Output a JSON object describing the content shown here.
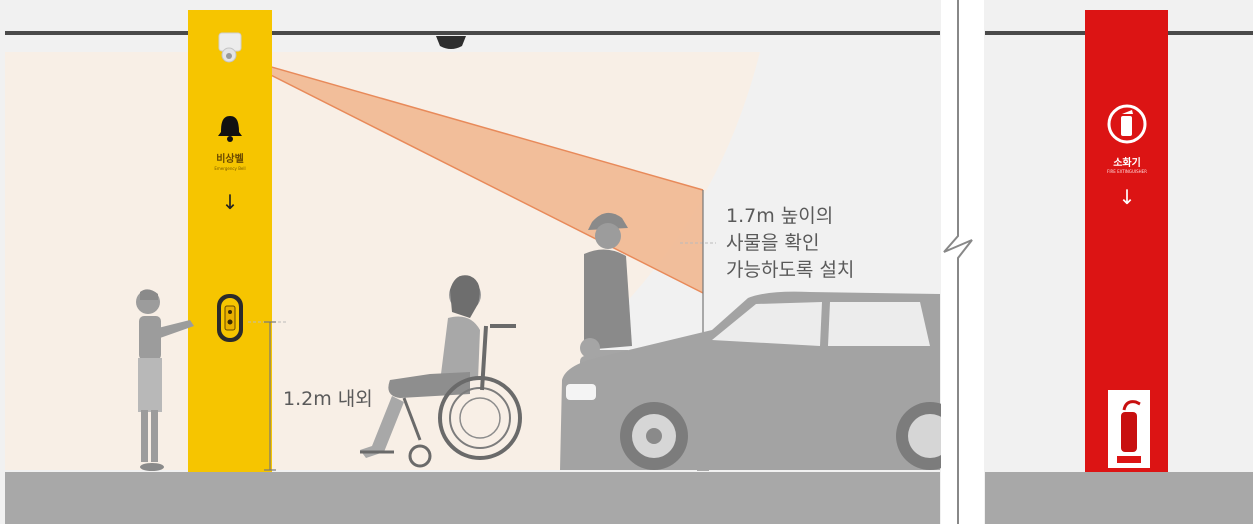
{
  "colors": {
    "pillar_emergency": "#f6c500",
    "pillar_extinguisher": "#dc1414",
    "ceiling_line": "#4a4a4a",
    "wall": "#f1f1f1",
    "floor": "#a8a8a8",
    "detection_area": "#f8efe6",
    "camera_cone": "#f1b58c",
    "cone_edge": "#e88a5a",
    "person_fill": "#9c9c9c",
    "car_fill": "#a3a3a3"
  },
  "emergency_pillar": {
    "label": "비상벨",
    "sublabel": "Emergency Bell",
    "bell_icon": "bell-icon",
    "arrow_icon": "arrow-down-icon"
  },
  "extinguisher_pillar": {
    "label": "소화기",
    "sublabel": "FIRE EXTINGUISHER",
    "icon": "fire-extinguisher-icon",
    "arrow_icon": "arrow-down-icon"
  },
  "annotations": {
    "button_height": "1.2m 내외",
    "camera_line1": "1.7m 높이의",
    "camera_line2": "사물을 확인",
    "camera_line3": "가능하도록 설치"
  },
  "figures": [
    "child-figure",
    "wheelchair-user-figure",
    "elderly-man-figure",
    "small-child-figure",
    "car-figure"
  ]
}
